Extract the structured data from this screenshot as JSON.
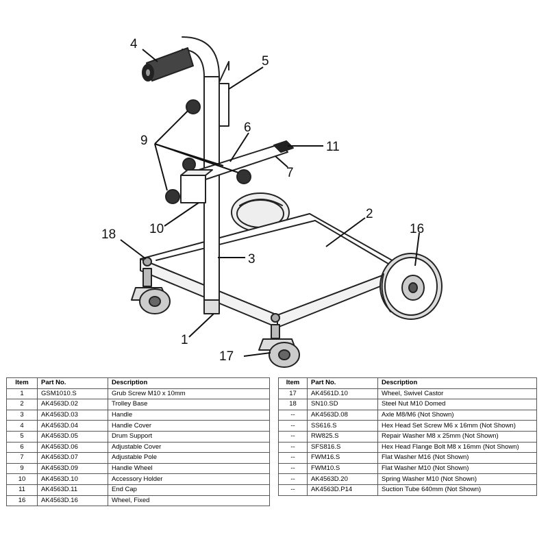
{
  "callouts": {
    "c1": "1",
    "c2": "2",
    "c3": "3",
    "c4": "4",
    "c5": "5",
    "c6": "6",
    "c7": "7",
    "c9": "9",
    "c10": "10",
    "c11": "11",
    "c16": "16",
    "c17": "17",
    "c18": "18"
  },
  "table_headers": {
    "item": "Item",
    "part": "Part No.",
    "desc": "Description"
  },
  "parts_left": [
    {
      "item": "1",
      "part": "GSM1010.S",
      "desc": "Grub Screw M10 x 10mm"
    },
    {
      "item": "2",
      "part": "AK4563D.02",
      "desc": "Trolley Base"
    },
    {
      "item": "3",
      "part": "AK4563D.03",
      "desc": "Handle"
    },
    {
      "item": "4",
      "part": "AK4563D.04",
      "desc": "Handle Cover"
    },
    {
      "item": "5",
      "part": "AK4563D.05",
      "desc": "Drum Support"
    },
    {
      "item": "6",
      "part": "AK4563D.06",
      "desc": "Adjustable Cover"
    },
    {
      "item": "7",
      "part": "AK4563D.07",
      "desc": "Adjustable Pole"
    },
    {
      "item": "9",
      "part": "AK4563D.09",
      "desc": "Handle Wheel"
    },
    {
      "item": "10",
      "part": "AK4563D.10",
      "desc": "Accessory Holder"
    },
    {
      "item": "11",
      "part": "AK4563D.11",
      "desc": "End Cap"
    },
    {
      "item": "16",
      "part": "AK4563D.16",
      "desc": "Wheel, Fixed"
    }
  ],
  "parts_right": [
    {
      "item": "17",
      "part": "AK4561D.10",
      "desc": "Wheel, Swivel Castor"
    },
    {
      "item": "18",
      "part": "SN10.SD",
      "desc": "Steel Nut M10 Domed"
    },
    {
      "item": "--",
      "part": "AK4563D.08",
      "desc": "Axle M8/M6 (Not Shown)"
    },
    {
      "item": "--",
      "part": "SS616.S",
      "desc": "Hex Head Set Screw M6 x 16mm (Not Shown)"
    },
    {
      "item": "--",
      "part": "RW825.S",
      "desc": "Repair Washer M8 x 25mm (Not Shown)"
    },
    {
      "item": "--",
      "part": "SFS816.S",
      "desc": "Hex Head Flange Bolt M8 x 16mm (Not Shown)"
    },
    {
      "item": "--",
      "part": "FWM16.S",
      "desc": "Flat Washer M16 (Not Shown)"
    },
    {
      "item": "--",
      "part": "FWM10.S",
      "desc": "Flat Washer M10 (Not Shown)"
    },
    {
      "item": "--",
      "part": "AK4563D.20",
      "desc": "Spring Washer M10 (Not Shown)"
    },
    {
      "item": "--",
      "part": "AK4563D.P14",
      "desc": "Suction Tube 640mm (Not Shown)"
    }
  ]
}
